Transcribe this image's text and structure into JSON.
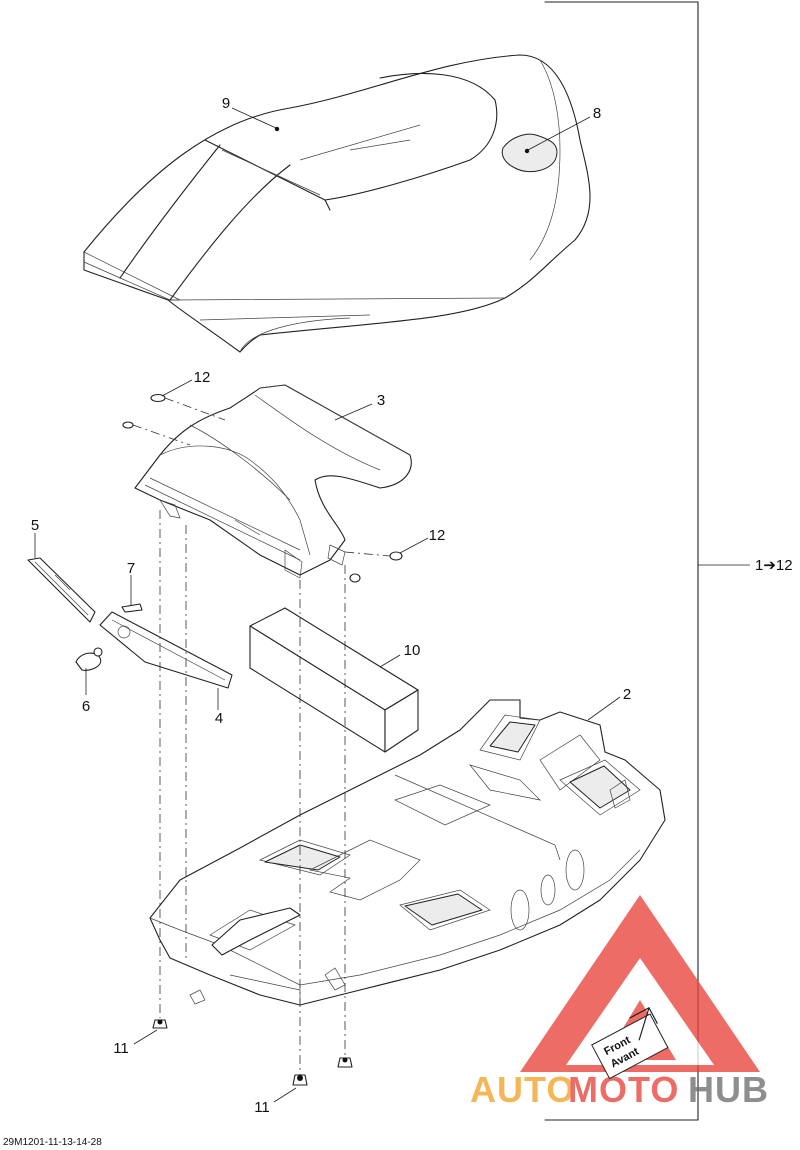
{
  "callouts": {
    "c1": "9",
    "c2": "8",
    "c3": "12",
    "c4": "3",
    "c5": "5",
    "c6": "12",
    "c7": "7",
    "c8": "10",
    "c9": "6",
    "c10": "4",
    "c11": "2",
    "c12": "11",
    "c13": "11"
  },
  "assembly_range": "1➔12",
  "drawing_code": "29M1201-11-13-14-28",
  "orientation_stamp": {
    "line1": "Front",
    "line2": "Avant"
  },
  "watermark": {
    "part1": "AUTO",
    "part2": "MOTO",
    "part3": "HUB"
  },
  "colors": {
    "ink": "#222222",
    "watermark_red": "#e8453c",
    "watermark_orange": "#f2a227",
    "watermark_gray": "#6f6f6f"
  }
}
